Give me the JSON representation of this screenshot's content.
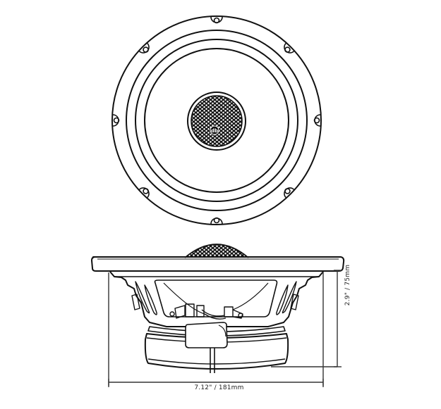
{
  "diagram": {
    "subject": "coaxial car speaker technical drawing",
    "views": [
      {
        "name": "front view",
        "features": [
          "mounting flange with 8 screw holes",
          "concentric surround rings",
          "center tweeter with hex grille",
          "db logo"
        ]
      },
      {
        "name": "side view",
        "features": [
          "flange",
          "vented basket",
          "terminals",
          "magnet",
          "wire lead"
        ]
      }
    ],
    "logo_text": "db",
    "dimensions": {
      "width_label": "7.12\" / 181mm",
      "height_label": "2.9\" / 75mm"
    },
    "colors": {
      "line": "#111111",
      "background": "#ffffff",
      "dimension_text": "#222222"
    }
  }
}
